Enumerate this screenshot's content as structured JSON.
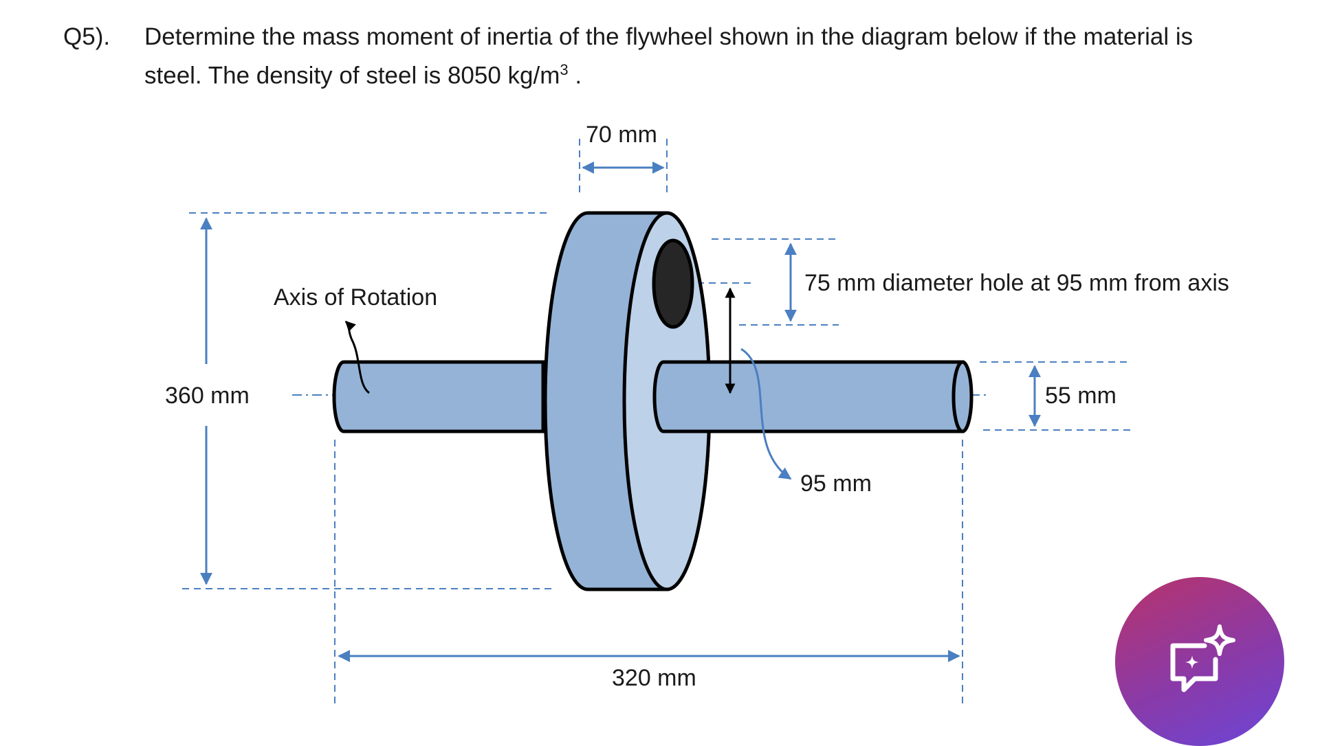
{
  "question": {
    "number": "Q5).",
    "text_line1": "Determine the mass moment of inertia of the flywheel shown in the diagram below if the material is",
    "text_line2_prefix": "steel. The density of steel is 8050 kg/m",
    "text_line2_sup": "3",
    "text_line2_suffix": " ."
  },
  "diagram": {
    "labels": {
      "disk_width": "70 mm",
      "hole": "75 mm diameter hole at 95 mm from axis",
      "axis_of_rotation": "Axis of Rotation",
      "overall_diameter": "360 mm",
      "shaft_diameter": "55 mm",
      "hole_offset": "95 mm",
      "shaft_length": "320 mm"
    },
    "colors": {
      "disk_rim": "#95b3d7",
      "disk_face": "#bdd1e8",
      "shaft": "#95b3d7",
      "hole": "#262626",
      "dimension_lines": "#4a7fc1",
      "outline": "#000000"
    }
  },
  "assistant_button": {
    "icon": "sparkle-chat-icon"
  }
}
